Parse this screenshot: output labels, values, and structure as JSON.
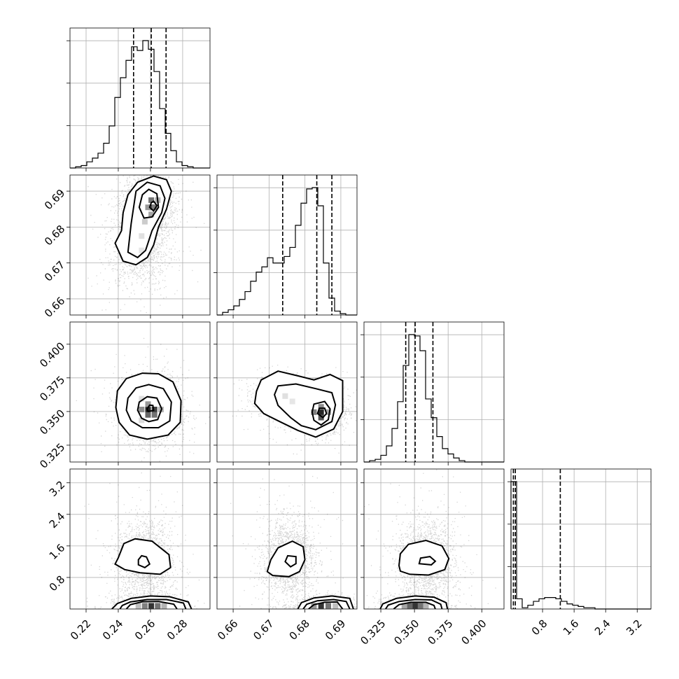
{
  "chart_data": {
    "type": "corner",
    "parameters": [
      {
        "range": [
          0.21,
          0.297
        ],
        "ticks": [
          0.22,
          0.24,
          0.26,
          0.28
        ],
        "tick_labels": [
          "0.22",
          "0.24",
          "0.26",
          "0.28"
        ],
        "quantiles": [
          0.2495,
          0.2605,
          0.2697
        ]
      },
      {
        "range": [
          0.6555,
          0.6945
        ],
        "ticks": [
          0.66,
          0.67,
          0.68,
          0.69
        ],
        "tick_labels": [
          "0.66",
          "0.67",
          "0.68",
          "0.69"
        ],
        "quantiles": [
          0.6738,
          0.6833,
          0.6875
        ]
      },
      {
        "range": [
          0.3125,
          0.4165
        ],
        "ticks": [
          0.325,
          0.35,
          0.375,
          0.4
        ],
        "tick_labels": [
          "0.325",
          "0.350",
          "0.375",
          "0.400"
        ],
        "quantiles": [
          0.3435,
          0.3505,
          0.3637
        ]
      },
      {
        "range": [
          0.0,
          3.55
        ],
        "ticks": [
          0.8,
          1.6,
          2.4,
          3.2
        ],
        "tick_labels": [
          "0.8",
          "1.6",
          "2.4",
          "3.2"
        ],
        "quantiles": [
          0.06,
          0.11,
          1.25
        ]
      }
    ],
    "histograms": [
      {
        "edges_min": 0.21,
        "edges_max": 0.297,
        "counts": [
          0,
          1,
          2,
          5,
          8,
          12,
          20,
          34,
          57,
          73,
          87,
          98,
          95,
          103,
          96,
          78,
          48,
          28,
          14,
          5,
          2,
          1,
          0,
          0,
          0
        ]
      },
      {
        "edges_min": 0.6555,
        "edges_max": 0.6945,
        "counts": [
          0,
          2,
          4,
          7,
          12,
          18,
          26,
          33,
          37,
          44,
          40,
          40,
          45,
          52,
          69,
          86,
          97,
          98,
          84,
          40,
          13,
          3,
          1,
          0,
          0
        ]
      },
      {
        "edges_min": 0.3125,
        "edges_max": 0.4165,
        "counts": [
          0,
          1,
          2,
          5,
          12,
          25,
          45,
          72,
          95,
          94,
          83,
          47,
          33,
          19,
          10,
          6,
          3,
          1,
          0,
          0,
          0,
          0,
          0,
          0,
          0
        ]
      },
      {
        "edges_min": 0.0,
        "edges_max": 3.55,
        "counts": [
          100,
          8,
          1,
          3,
          6,
          8,
          9,
          9,
          8,
          6,
          4,
          3,
          2,
          1,
          1,
          0,
          0,
          0,
          0,
          0,
          0,
          0,
          0,
          0,
          0
        ]
      }
    ]
  }
}
